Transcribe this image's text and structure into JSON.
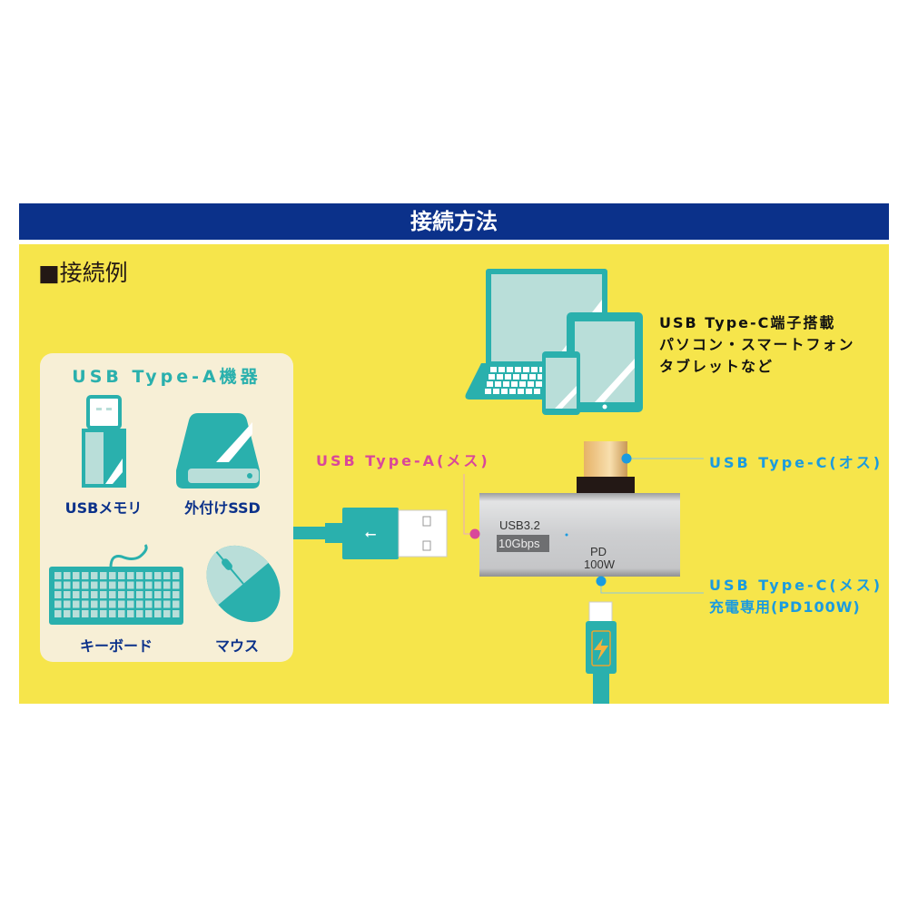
{
  "header": {
    "title": "接続方法"
  },
  "section": {
    "heading": "■接続例"
  },
  "devices_box": {
    "title": "USB Type-A機器",
    "items": [
      {
        "label": "USBメモリ",
        "icon": "usb-memory-icon"
      },
      {
        "label": "外付けSSD",
        "icon": "external-ssd-icon"
      },
      {
        "label": "キーボード",
        "icon": "keyboard-icon"
      },
      {
        "label": "マウス",
        "icon": "mouse-icon"
      }
    ]
  },
  "host": {
    "lines": [
      "USB Type-C端子搭載",
      "パソコン・スマートフォン",
      "タブレットなど"
    ]
  },
  "hub": {
    "usb_label": "USB3.2",
    "speed_label": "10Gbps",
    "pd_label": "PD",
    "power_label": "100W"
  },
  "callouts": {
    "type_a_female": "USB Type-A(メス)",
    "type_c_male": "USB Type-C(オス)",
    "type_c_female": "USB Type-C(メス)",
    "type_c_female_note": "充電専用(PD100W)"
  },
  "colors": {
    "navy": "#0b318a",
    "yellow": "#f6e54b",
    "teal": "#2ab0ad",
    "pink": "#d9479a",
    "blue": "#1a9be0"
  }
}
